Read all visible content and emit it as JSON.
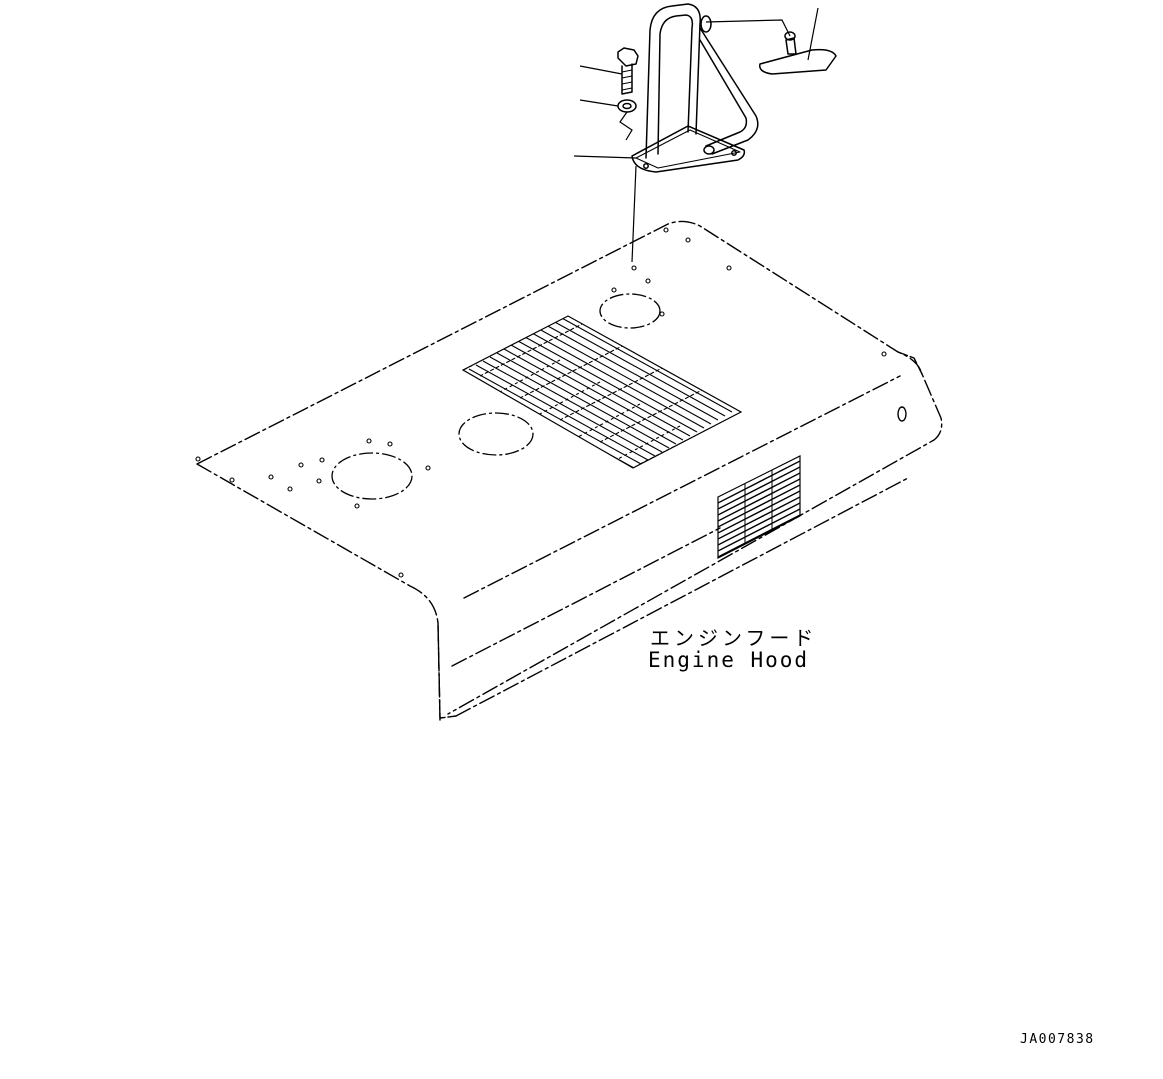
{
  "labels": {
    "component_jp": "エンジンフード",
    "component_en": "Engine Hood",
    "drawing_code": "JA007838"
  },
  "colors": {
    "ink": "#000000",
    "background": "#ffffff"
  }
}
